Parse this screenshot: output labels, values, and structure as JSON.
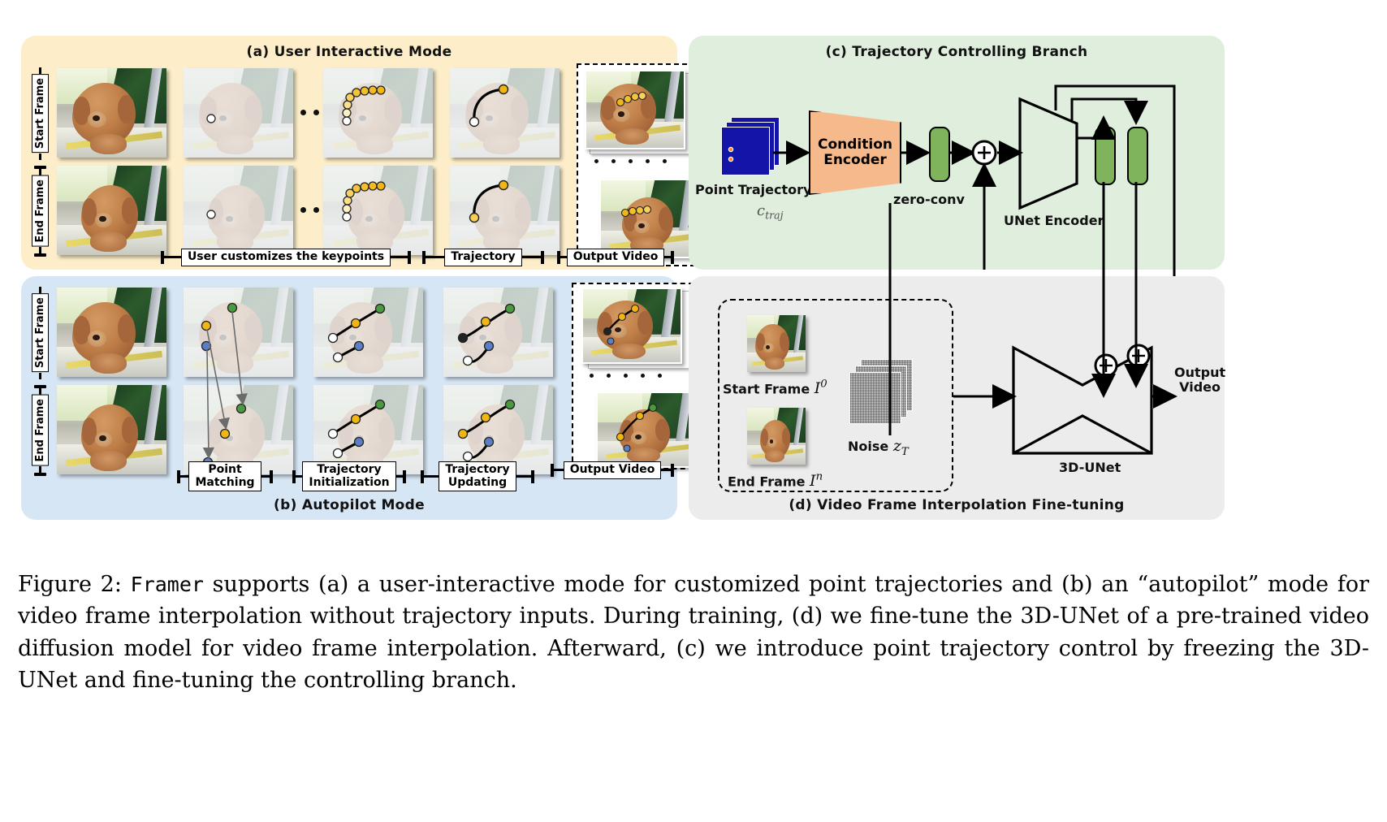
{
  "figure": {
    "number": "Figure 2:",
    "model_name": "Framer",
    "caption_part1": " supports (a) a user-interactive mode for customized point trajectories and (b) an “autopilot” mode for video frame interpolation without trajectory inputs. During training, (d) we fine-tune the 3D-UNet of a pre-trained video diffusion model for video frame interpolation. Afterward, (c) we introduce point trajectory control by freezing the 3D-UNet and fine-tuning the controlling branch."
  },
  "panel_a": {
    "title": "(a) User Interactive Mode",
    "bg_color": "#fdeec9",
    "row_labels": [
      "Start Frame",
      "End Frame"
    ],
    "ellipsis": "· · ·",
    "brackets": [
      "User customizes the keypoints",
      "Trajectory",
      "Output Video"
    ]
  },
  "panel_b": {
    "title": "(b) Autopilot Mode",
    "bg_color": "#d6e6f5",
    "row_labels": [
      "Start Frame",
      "End Frame"
    ],
    "brackets": [
      "Point\nMatching",
      "Trajectory\nInitialization",
      "Trajectory\nUpdating",
      "Output Video"
    ]
  },
  "panel_c": {
    "title": "(c) Trajectory Controlling Branch",
    "bg_color": "#dfeedd",
    "point_trajectory_label": "Point Trajectory",
    "point_trajectory_symbol": "c",
    "point_trajectory_subscript": "traj",
    "condition_encoder_label": "Condition\nEncoder",
    "condition_encoder_color": "#f5b98c",
    "zero_conv_label": "zero-conv",
    "zero_conv_color": "#7fb45c",
    "unet_encoder_label": "UNet Encoder",
    "plus_symbol": "+"
  },
  "panel_d": {
    "title": "(d) Video Frame Interpolation Fine-tuning",
    "bg_color": "#ececec",
    "start_frame_label": "Start Frame",
    "start_frame_symbol": "I",
    "start_frame_superscript": "0",
    "end_frame_label": "End Frame",
    "end_frame_symbol": "I",
    "end_frame_superscript": "n",
    "noise_label": "Noise",
    "noise_symbol": "z",
    "noise_subscript": "T",
    "unet_label": "3D-UNet",
    "output_label": "Output\nVideo",
    "plus_symbol": "+"
  },
  "colors": {
    "keypoint_yellow": "#f5c518",
    "keypoint_green": "#4c9a3f",
    "keypoint_blue": "#5b7fc4",
    "keypoint_white": "#ffffff",
    "trajectory_stroke": "#000000"
  }
}
